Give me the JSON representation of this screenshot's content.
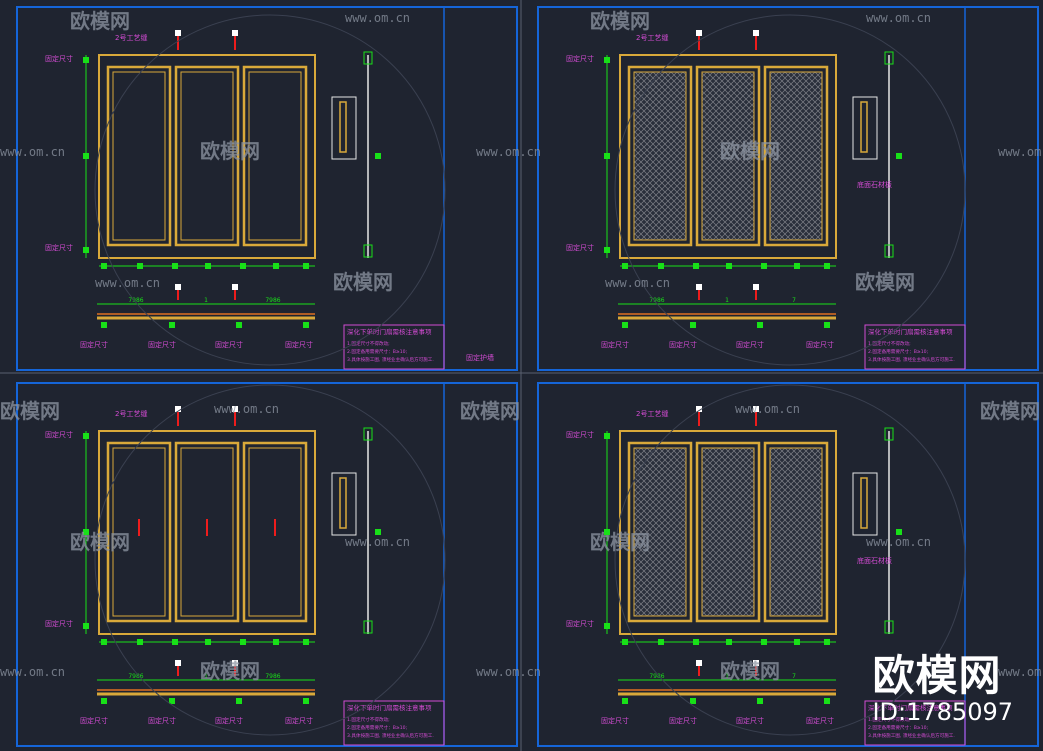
{
  "watermark": {
    "brand": "欧模网",
    "site": "www.om.cn",
    "corner_brand": "欧模网",
    "corner_id": "ID:1785097"
  },
  "colors": {
    "background": "#1f2430",
    "frame_blue": "#1565d8",
    "door_gold": "#d9a93a",
    "dim_green": "#18e018",
    "label_magenta": "#d24bd2",
    "axis_red": "#ee1c1c",
    "line_white": "#e6e6e6",
    "watermark_gray": "#8e96a3"
  },
  "panels": [
    {
      "id": "top-left",
      "infill": "plain",
      "label_fixed": "固定尺寸",
      "label_hinge": "2号工艺缝",
      "plan_dims": [
        "7986",
        "1",
        "7986"
      ],
      "note_title": "深化下单时门扇需核注意事项",
      "note_lines": [
        "1.固定尺寸不得改动;",
        "2.固定备用需要尺寸：B≥10;",
        "3.具体按施工图, 须经业主确认后方可施工."
      ],
      "extra_label": "固定护墙",
      "section_label": ""
    },
    {
      "id": "top-right",
      "infill": "mesh",
      "label_fixed": "固定尺寸",
      "label_hinge": "2号工艺缝",
      "plan_dims": [
        "7986",
        "1",
        "7"
      ],
      "note_title": "深化下单时门扇需核注意事项",
      "note_lines": [
        "1.固定尺寸不得改动;",
        "2.固定备用需要尺寸：B≥10;",
        "3.具体按施工图, 须经业主确认后方可施工."
      ],
      "extra_label": "",
      "section_label": "底面石材板"
    },
    {
      "id": "bottom-left",
      "infill": "plain",
      "label_fixed": "固定尺寸",
      "label_hinge": "2号工艺缝",
      "plan_dims": [
        "7986",
        "1",
        "7986"
      ],
      "note_title": "深化下单时门扇需核注意事项",
      "note_lines": [
        "1.固定尺寸不得改动;",
        "2.固定备用需要尺寸：B≥10;",
        "3.具体按施工图, 须经业主确认后方可施工."
      ],
      "extra_label": "",
      "section_label": ""
    },
    {
      "id": "bottom-right",
      "infill": "mesh",
      "label_fixed": "固定尺寸",
      "label_hinge": "2号工艺缝",
      "plan_dims": [
        "7986",
        "1",
        "7"
      ],
      "note_title": "深化下单时门扇需核注意事项",
      "note_lines": [
        "1.固定尺寸不得改动;",
        "2.固定备用需要尺寸：B≥10;",
        "3.具体按施工图, 须经业主确认后方可施工."
      ],
      "extra_label": "",
      "section_label": "底面石材板"
    }
  ]
}
